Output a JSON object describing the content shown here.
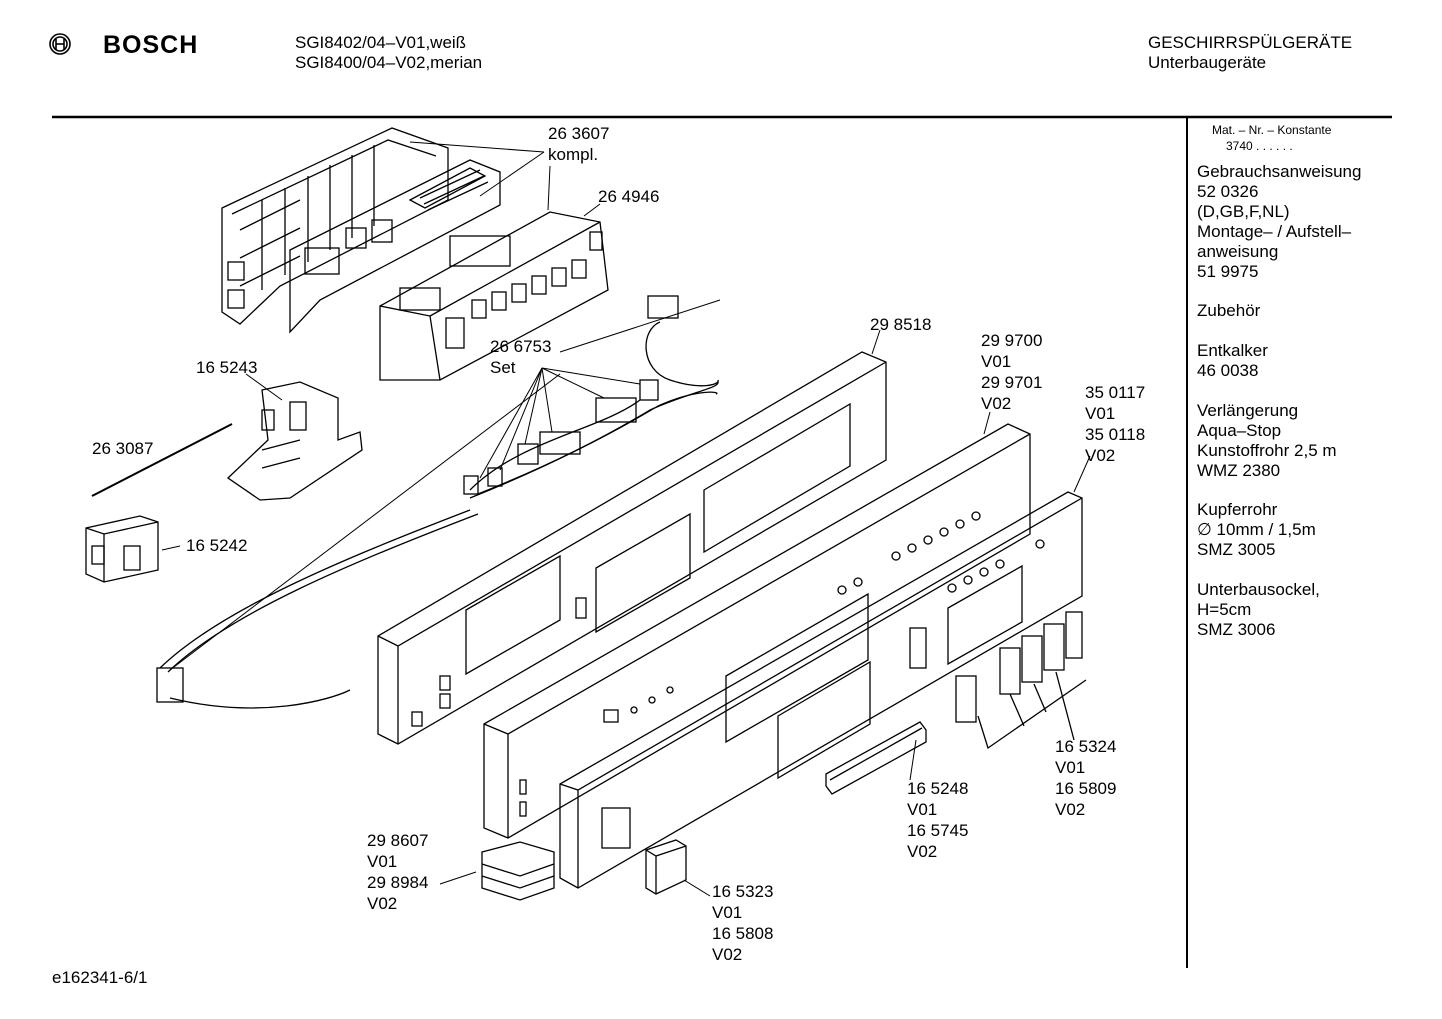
{
  "header": {
    "brand": "BOSCH",
    "models": [
      "SGI8402/04–V01,weiß",
      "SGI8400/04–V02,merian"
    ],
    "category": [
      "GESCHIRRSPÜLGERÄTE",
      "Unterbaugeräte"
    ]
  },
  "sidebar": {
    "mat_header": "Mat. – Nr. – Konstante",
    "mat_value": "3740  .  .     .  .  .  .",
    "sections": [
      [
        "Gebrauchsanweisung",
        "52 0326",
        "(D,GB,F,NL)",
        "Montage– / Aufstell–",
        "anweisung",
        "51 9975"
      ],
      [
        "Zubehör"
      ],
      [
        "Entkalker",
        "46 0038"
      ],
      [
        "Verlängerung",
        "Aqua–Stop",
        "Kunstoffrohr 2,5 m",
        "WMZ 2380"
      ],
      [
        "Kupferrohr",
        "∅ 10mm / 1,5m",
        "SMZ 3005"
      ],
      [
        "Unterbausockel,",
        "H=5cm",
        "SMZ 3006"
      ]
    ]
  },
  "parts": [
    {
      "id": "p263607",
      "lines": [
        "26 3607",
        "kompl."
      ]
    },
    {
      "id": "p264946",
      "lines": [
        "26 4946"
      ]
    },
    {
      "id": "p266753",
      "lines": [
        "26 6753",
        "Set"
      ]
    },
    {
      "id": "p298518",
      "lines": [
        "29 8518"
      ]
    },
    {
      "id": "p299700",
      "lines": [
        "29 9700",
        "V01",
        "29 9701",
        "V02"
      ]
    },
    {
      "id": "p350117",
      "lines": [
        "35 0117",
        "V01",
        "35 0118",
        "V02"
      ]
    },
    {
      "id": "p165243",
      "lines": [
        "16 5243"
      ]
    },
    {
      "id": "p263087",
      "lines": [
        "26 3087"
      ]
    },
    {
      "id": "p165242",
      "lines": [
        "16 5242"
      ]
    },
    {
      "id": "p165324",
      "lines": [
        "16 5324",
        "V01",
        "16 5809",
        "V02"
      ]
    },
    {
      "id": "p165248",
      "lines": [
        "16 5248",
        "V01",
        "16 5745",
        "V02"
      ]
    },
    {
      "id": "p298607",
      "lines": [
        "29 8607",
        "V01",
        "29 8984",
        "V02"
      ]
    },
    {
      "id": "p165323",
      "lines": [
        "16 5323",
        "V01",
        "16 5808",
        "V02"
      ]
    }
  ],
  "footer": {
    "drawing_id": "e162341-6/1"
  }
}
